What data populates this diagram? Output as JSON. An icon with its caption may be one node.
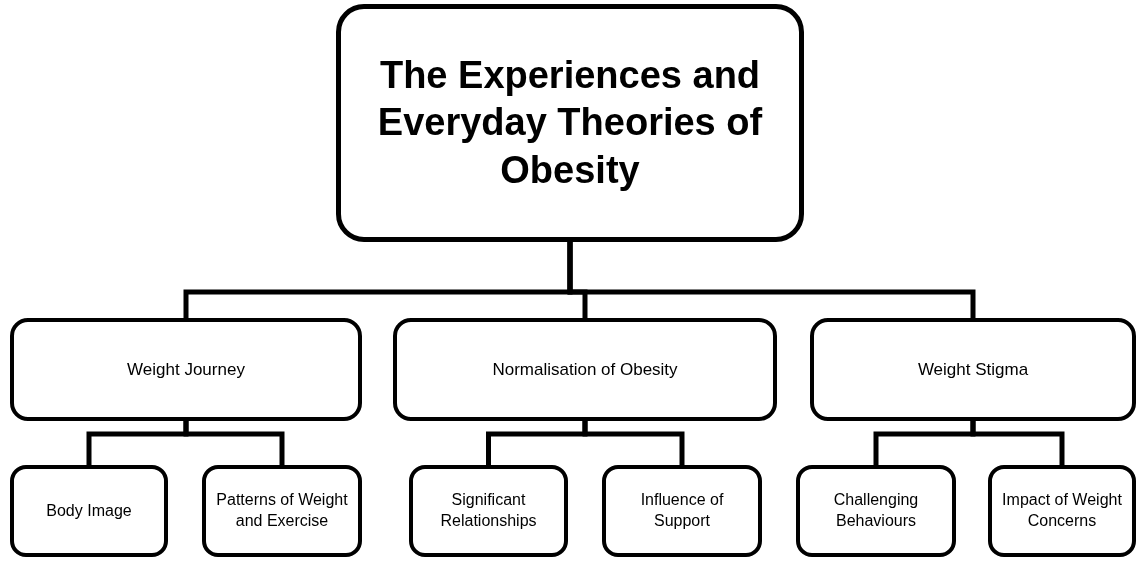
{
  "diagram": {
    "nodes": [
      {
        "text": [
          "The Experiences and Everyday Theories of Obesity"
        ]
      },
      {
        "text": [
          "Weight Journey"
        ]
      },
      {
        "text": [
          "Normalisation of Obesity"
        ]
      },
      {
        "text": [
          "Weight Stigma"
        ]
      },
      {
        "text": [
          "Body Image"
        ]
      },
      {
        "text": [
          "Patterns of Weight and Exercise"
        ]
      },
      {
        "text": [
          "Significant Relationships"
        ]
      },
      {
        "text": [
          "Influence of Support"
        ]
      },
      {
        "text": [
          "Challenging Behaviours"
        ]
      },
      {
        "text": [
          "Impact of Weight Concerns"
        ]
      }
    ],
    "edges": [
      {
        "from": 0,
        "to": 1,
        "arrow": "none"
      },
      {
        "from": 0,
        "to": 2,
        "arrow": "none"
      },
      {
        "from": 0,
        "to": 3,
        "arrow": "none"
      },
      {
        "from": 1,
        "to": 4,
        "arrow": "none"
      },
      {
        "from": 1,
        "to": 5,
        "arrow": "none"
      },
      {
        "from": 2,
        "to": 6,
        "arrow": "none"
      },
      {
        "from": 2,
        "to": 7,
        "arrow": "none"
      },
      {
        "from": 3,
        "to": 8,
        "arrow": "none"
      },
      {
        "from": 3,
        "to": 9,
        "arrow": "none"
      }
    ]
  }
}
